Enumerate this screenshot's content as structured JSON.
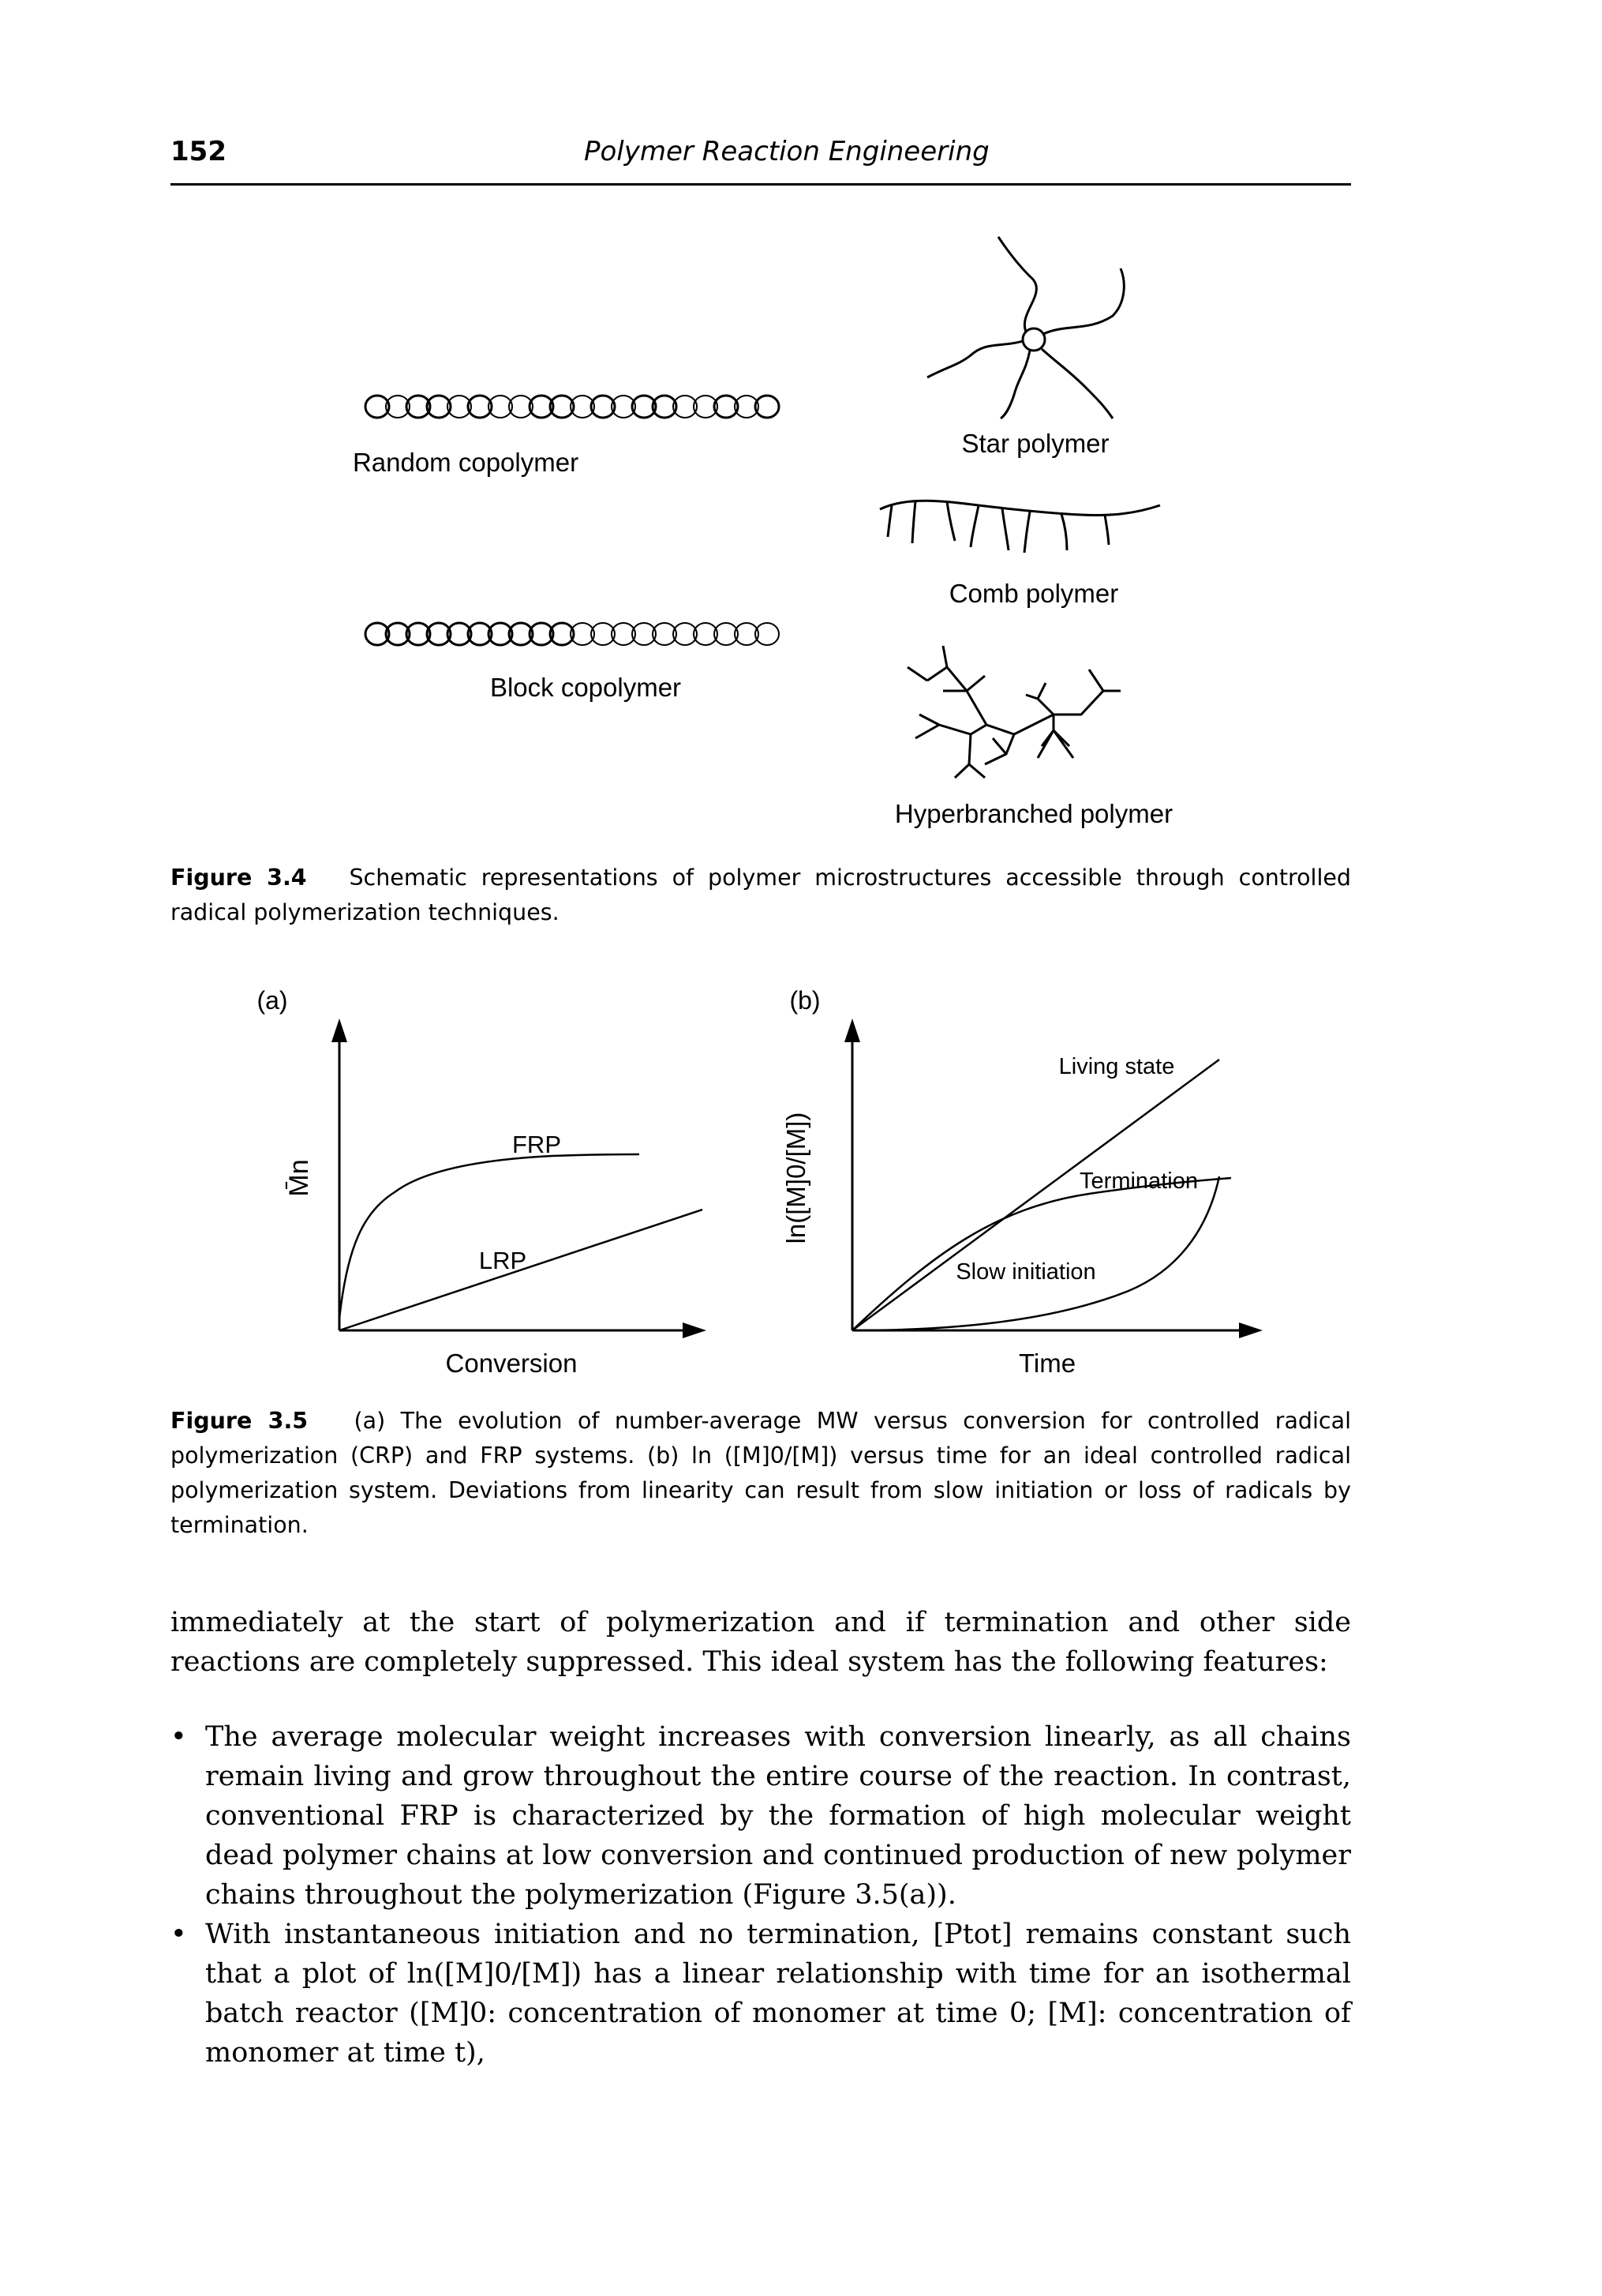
{
  "header": {
    "page_number": "152",
    "running_head": "Polymer Reaction Engineering"
  },
  "figure_3_4": {
    "labels": {
      "random": "Random copolymer",
      "block": "Block copolymer",
      "star": "Star polymer",
      "comb": "Comb polymer",
      "hyper": "Hyperbranched polymer"
    },
    "random_pattern": [
      "A",
      "B",
      "A",
      "A",
      "B",
      "A",
      "B",
      "B",
      "A",
      "A",
      "B",
      "A",
      "B",
      "A",
      "A",
      "B",
      "B",
      "A",
      "B",
      "A"
    ],
    "block_pattern": [
      "A",
      "A",
      "A",
      "A",
      "A",
      "A",
      "A",
      "A",
      "A",
      "A",
      "B",
      "B",
      "B",
      "B",
      "B",
      "B",
      "B",
      "B",
      "B",
      "B"
    ],
    "caption_label": "Figure 3.4",
    "caption_text": "Schematic representations of polymer microstructures accessible through controlled radical polymerization techniques."
  },
  "figure_3_5": {
    "panel_a": {
      "panel_label": "(a)",
      "ylabel": "M̄n",
      "xlabel": "Conversion",
      "curve_labels": {
        "frp": "FRP",
        "lrp": "LRP"
      }
    },
    "panel_b": {
      "panel_label": "(b)",
      "ylabel": "ln([M]0/[M])",
      "xlabel": "Time",
      "curve_labels": {
        "living": "Living state",
        "termination": "Termination",
        "slow": "Slow initiation"
      }
    },
    "caption_label": "Figure 3.5",
    "caption_text": "(a) The evolution of number-average MW versus conversion for controlled radical polymerization (CRP) and FRP systems. (b) ln ([M]0/[M]) versus time for an ideal controlled radical polymerization system. Deviations from linearity can result from slow initiation or loss of radicals by termination."
  },
  "body": {
    "intro": "immediately at the start of polymerization and if termination and other side reactions are completely suppressed. This ideal system has the following features:",
    "bullet_1": "The average molecular weight increases with conversion linearly, as all chains remain living and grow throughout the entire course of the reaction. In contrast, conventional FRP is characterized by the formation of high molecular weight dead polymer chains at low conversion and continued production of new polymer chains throughout the polymerization (Figure 3.5(a)).",
    "bullet_2": "With instantaneous initiation and no termination, [Ptot] remains constant such that a plot of ln([M]0/[M]) has a linear relationship with time for an isothermal batch reactor ([M]0: concentration of monomer at time 0; [M]: concentration of monomer at time t),"
  }
}
